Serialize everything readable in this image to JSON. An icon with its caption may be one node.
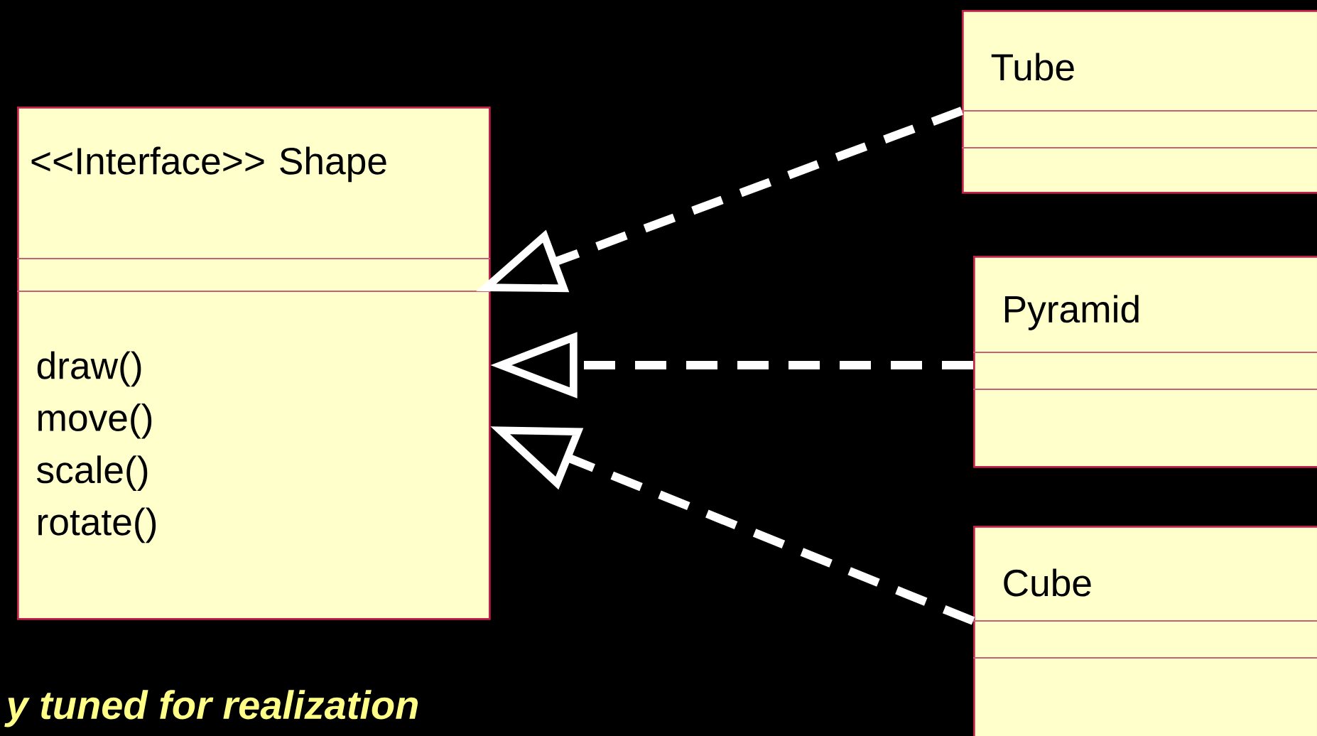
{
  "diagram": {
    "nodes": [
      {
        "text": [
          "<<Interface>> Shape",
          "draw() move() scale() rotate()"
        ]
      },
      {
        "text": [
          "Tube"
        ]
      },
      {
        "text": [
          "Pyramid"
        ]
      },
      {
        "text": [
          "Cube"
        ]
      }
    ],
    "edges": [
      {
        "from": 1,
        "to": 0,
        "arrow": "to",
        "style": "dashed"
      },
      {
        "from": 2,
        "to": 0,
        "arrow": "to",
        "style": "dashed"
      },
      {
        "from": 3,
        "to": 0,
        "arrow": "to",
        "style": "dashed"
      }
    ],
    "labels": [
      "y tuned for realization"
    ]
  }
}
